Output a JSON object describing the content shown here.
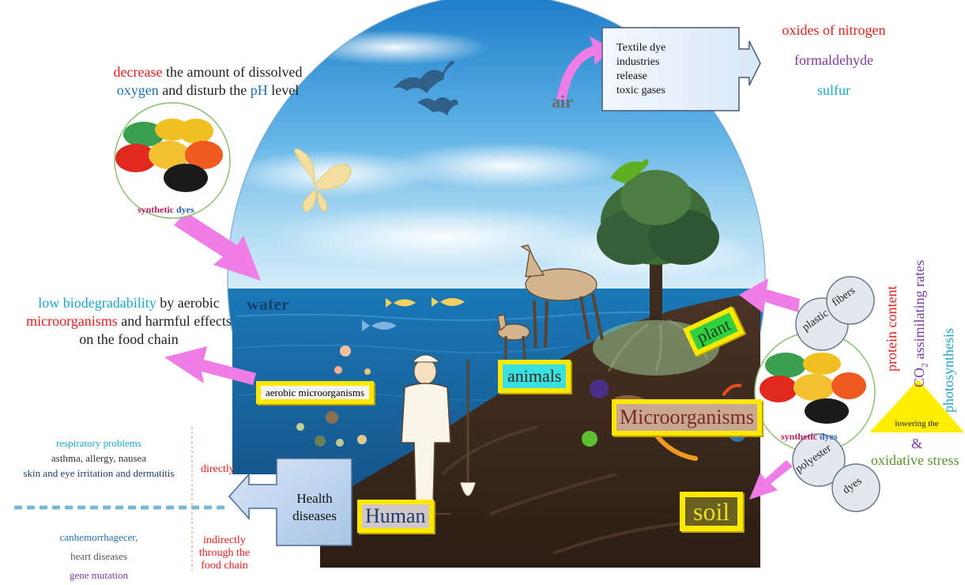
{
  "left_panel": {
    "intro": {
      "line1_part1": "decrease",
      "line1_part2": " the amount of dissolved",
      "line2_part1": "oxygen",
      "line2_part2": " and disturb the ",
      "line2_part3": "pH",
      "line2_part4": " level"
    },
    "dyes_circle_label": {
      "p1": "synthetic",
      "p2": "dyes"
    },
    "biodegradability": {
      "line1_part1": "low biodegradability",
      "line1_part2": " by aerobic",
      "line2_part1": "microorganisms",
      "line2_part2": " and harmful effects",
      "line3": "on the food chain"
    },
    "health_effects_direct": [
      "respiratory problems",
      "asthma, allergy, nausea",
      "skin and eye irritation and dermatitis"
    ],
    "health_effects_indirect": [
      "canhemorrhagecer,",
      "heart diseases",
      "gene mutation"
    ],
    "directly": "directly",
    "indirectly": [
      "indirectly",
      "through the",
      "food chain"
    ],
    "health_box": [
      "Health",
      "diseases"
    ]
  },
  "scene": {
    "water": "water",
    "air": "air",
    "aerobic_label": "aerobic microorganisms",
    "animals_label": "animals",
    "microorganisms_label": "Microorganisms",
    "human_label": "Human",
    "plant_label": "plant",
    "soil_label": "soil"
  },
  "air_box": {
    "lines": [
      "Textile dye",
      "industries",
      "release",
      "toxic gases"
    ]
  },
  "gases": [
    "oxides of nitrogen",
    "formaldehyde",
    "sulfur"
  ],
  "right_panel": {
    "plastic": "plastic",
    "fibers": "fibers",
    "polyester": "polyester",
    "dyes": "dyes",
    "synthetic_dyes": {
      "p1": "synthetic",
      "p2": "dyes"
    },
    "protein_content": "protein content",
    "co2_rates": "assimilating rates",
    "co2_prefix": "CO",
    "co2_sub": "2",
    "photosynthesis": "photosynthesis",
    "lowering": "lowering the",
    "amp": "&",
    "oxidative": "oxidative stress"
  },
  "colors": {
    "red": "#e8201a",
    "blue": "#1e6fb0",
    "cyan": "#1aa8c8",
    "purple": "#7b3aa0",
    "green": "#5a8f2a",
    "magenta_arrow": "#f07ce8",
    "yellow_frame": "#ffe800"
  }
}
